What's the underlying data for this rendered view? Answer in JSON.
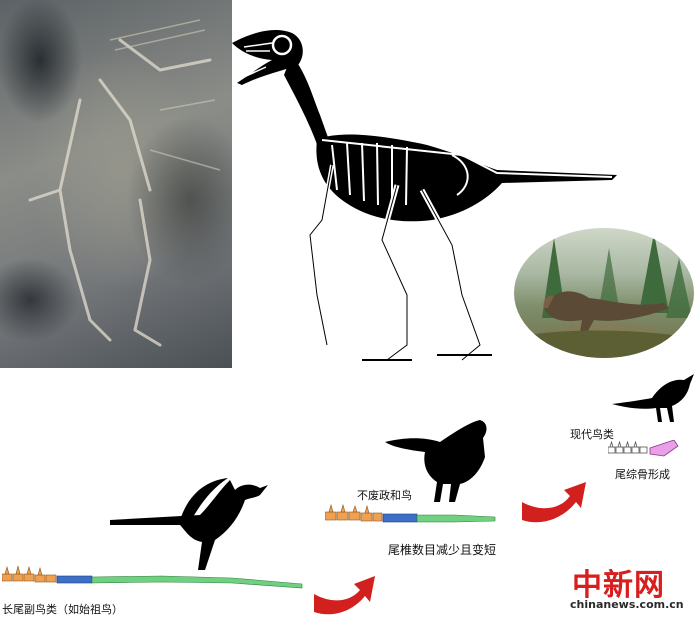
{
  "labels": {
    "long_tail_birds": "长尾副鸟类（如始祖鸟）",
    "jeholornis": "不废政和鸟",
    "caudal_reduction": "尾椎数目减少且变短",
    "modern_birds": "现代鸟类",
    "pygostyle": "尾综骨形成"
  },
  "watermark": {
    "logo_text": "中新网",
    "url": "chinanews.com.cn"
  },
  "colors": {
    "silhouette": "#000000",
    "vertebra_orange": "#f0a050",
    "vertebra_blue": "#3d6fc4",
    "vertebra_green": "#6fd080",
    "pygostyle_pink": "#e9a0e9",
    "arrow_red": "#d2201e",
    "logo_red": "#d81e1e"
  }
}
